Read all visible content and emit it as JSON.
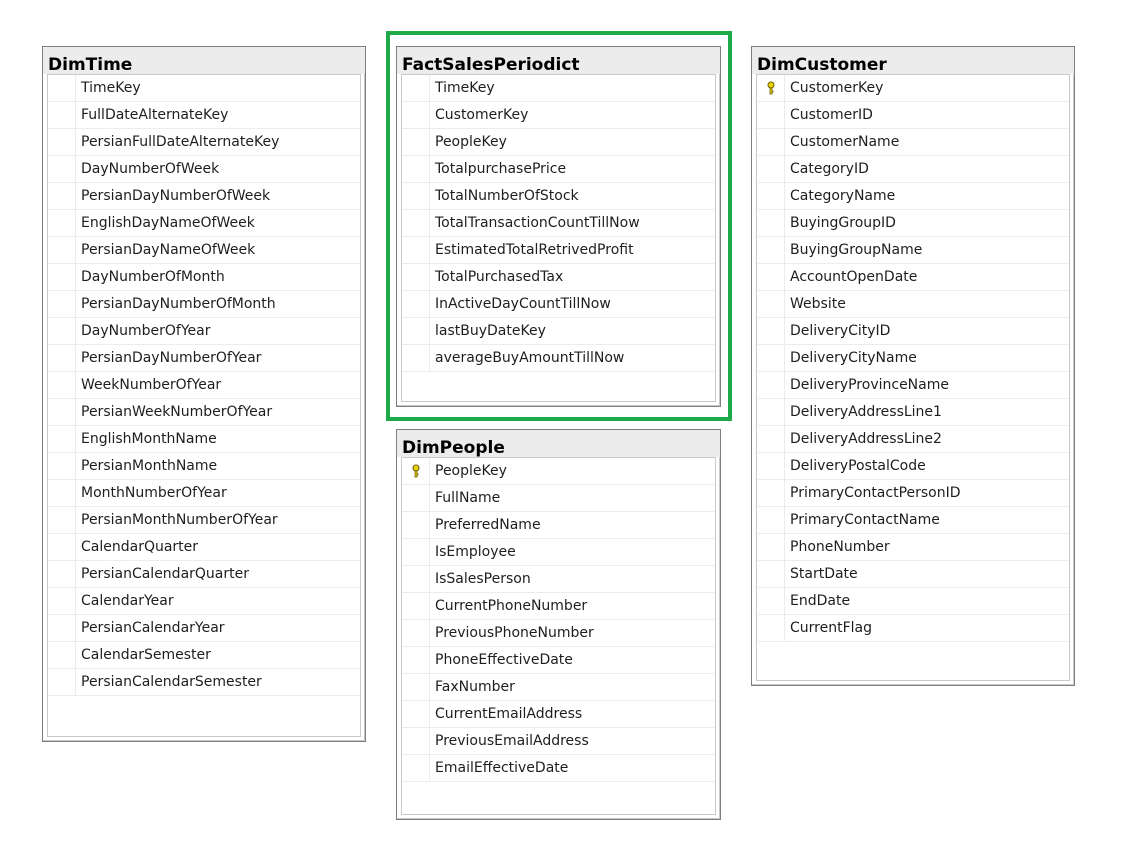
{
  "colors": {
    "highlight": "#1faa4a",
    "key_icon": "#e8d400",
    "header_bg": "#ececec"
  },
  "tables": {
    "dimtime": {
      "name": "DimTime",
      "columns": [
        {
          "name": "TimeKey",
          "key": false
        },
        {
          "name": "FullDateAlternateKey",
          "key": false
        },
        {
          "name": "PersianFullDateAlternateKey",
          "key": false
        },
        {
          "name": "DayNumberOfWeek",
          "key": false
        },
        {
          "name": "PersianDayNumberOfWeek",
          "key": false
        },
        {
          "name": "EnglishDayNameOfWeek",
          "key": false
        },
        {
          "name": "PersianDayNameOfWeek",
          "key": false
        },
        {
          "name": "DayNumberOfMonth",
          "key": false
        },
        {
          "name": "PersianDayNumberOfMonth",
          "key": false
        },
        {
          "name": "DayNumberOfYear",
          "key": false
        },
        {
          "name": "PersianDayNumberOfYear",
          "key": false
        },
        {
          "name": "WeekNumberOfYear",
          "key": false
        },
        {
          "name": "PersianWeekNumberOfYear",
          "key": false
        },
        {
          "name": "EnglishMonthName",
          "key": false
        },
        {
          "name": "PersianMonthName",
          "key": false
        },
        {
          "name": "MonthNumberOfYear",
          "key": false
        },
        {
          "name": "PersianMonthNumberOfYear",
          "key": false
        },
        {
          "name": "CalendarQuarter",
          "key": false
        },
        {
          "name": "PersianCalendarQuarter",
          "key": false
        },
        {
          "name": "CalendarYear",
          "key": false
        },
        {
          "name": "PersianCalendarYear",
          "key": false
        },
        {
          "name": "CalendarSemester",
          "key": false
        },
        {
          "name": "PersianCalendarSemester",
          "key": false
        }
      ]
    },
    "fact": {
      "name": "FactSalesPeriodict",
      "columns": [
        {
          "name": "TimeKey",
          "key": false
        },
        {
          "name": "CustomerKey",
          "key": false
        },
        {
          "name": "PeopleKey",
          "key": false
        },
        {
          "name": "TotalpurchasePrice",
          "key": false
        },
        {
          "name": "TotalNumberOfStock",
          "key": false
        },
        {
          "name": "TotalTransactionCountTillNow",
          "key": false
        },
        {
          "name": "EstimatedTotalRetrivedProfit",
          "key": false
        },
        {
          "name": "TotalPurchasedTax",
          "key": false
        },
        {
          "name": "InActiveDayCountTillNow",
          "key": false
        },
        {
          "name": "lastBuyDateKey",
          "key": false
        },
        {
          "name": "averageBuyAmountTillNow",
          "key": false
        }
      ]
    },
    "dimpeople": {
      "name": "DimPeople",
      "columns": [
        {
          "name": "PeopleKey",
          "key": true
        },
        {
          "name": "FullName",
          "key": false
        },
        {
          "name": "PreferredName",
          "key": false
        },
        {
          "name": "IsEmployee",
          "key": false
        },
        {
          "name": "IsSalesPerson",
          "key": false
        },
        {
          "name": "CurrentPhoneNumber",
          "key": false
        },
        {
          "name": "PreviousPhoneNumber",
          "key": false
        },
        {
          "name": "PhoneEffectiveDate",
          "key": false
        },
        {
          "name": "FaxNumber",
          "key": false
        },
        {
          "name": "CurrentEmailAddress",
          "key": false
        },
        {
          "name": "PreviousEmailAddress",
          "key": false
        },
        {
          "name": "EmailEffectiveDate",
          "key": false
        }
      ]
    },
    "dimcustomer": {
      "name": "DimCustomer",
      "columns": [
        {
          "name": "CustomerKey",
          "key": true
        },
        {
          "name": "CustomerID",
          "key": false
        },
        {
          "name": "CustomerName",
          "key": false
        },
        {
          "name": "CategoryID",
          "key": false
        },
        {
          "name": "CategoryName",
          "key": false
        },
        {
          "name": "BuyingGroupID",
          "key": false
        },
        {
          "name": "BuyingGroupName",
          "key": false
        },
        {
          "name": "AccountOpenDate",
          "key": false
        },
        {
          "name": "Website",
          "key": false
        },
        {
          "name": "DeliveryCityID",
          "key": false
        },
        {
          "name": "DeliveryCityName",
          "key": false
        },
        {
          "name": "DeliveryProvinceName",
          "key": false
        },
        {
          "name": "DeliveryAddressLine1",
          "key": false
        },
        {
          "name": "DeliveryAddressLine2",
          "key": false
        },
        {
          "name": "DeliveryPostalCode",
          "key": false
        },
        {
          "name": "PrimaryContactPersonID",
          "key": false
        },
        {
          "name": "PrimaryContactName",
          "key": false
        },
        {
          "name": "PhoneNumber",
          "key": false
        },
        {
          "name": "StartDate",
          "key": false
        },
        {
          "name": "EndDate",
          "key": false
        },
        {
          "name": "CurrentFlag",
          "key": false
        }
      ]
    }
  }
}
